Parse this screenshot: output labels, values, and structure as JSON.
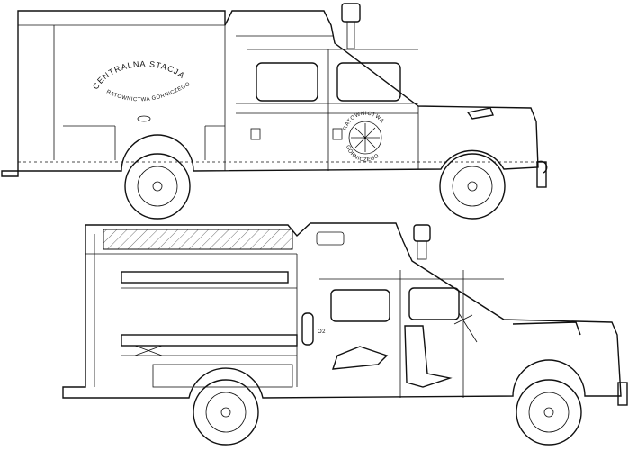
{
  "top_view": {
    "body_lettering_top": "CENTRALNA STACJA",
    "body_lettering_bottom": "RATOWNICTWA GÓRNICZEGO",
    "door_emblem_top": "RATOWNICTWA",
    "door_emblem_bottom": "GÓRNICZEGO"
  },
  "bottom_view": {
    "cylinder_label": "O2"
  }
}
